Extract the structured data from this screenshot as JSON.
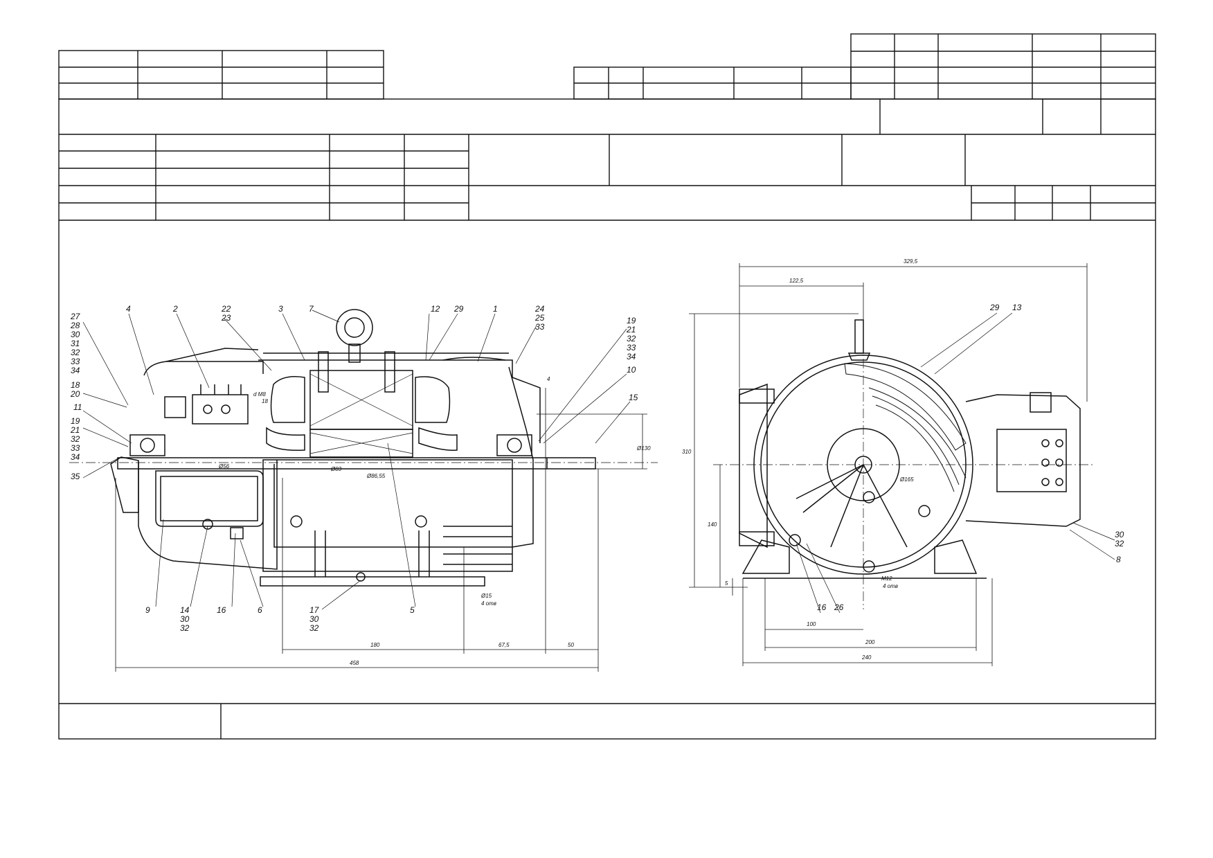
{
  "side_view": {
    "callouts": [
      {
        "text": "27"
      },
      {
        "text": "28"
      },
      {
        "text": "30"
      },
      {
        "text": "31"
      },
      {
        "text": "32"
      },
      {
        "text": "33"
      },
      {
        "text": "34"
      },
      {
        "text": "4"
      },
      {
        "text": "2"
      },
      {
        "text": "22"
      },
      {
        "text": "23"
      },
      {
        "text": "3"
      },
      {
        "text": "7"
      },
      {
        "text": "12"
      },
      {
        "text": "29"
      },
      {
        "text": "1"
      },
      {
        "text": "24"
      },
      {
        "text": "25"
      },
      {
        "text": "33"
      },
      {
        "text": "19"
      },
      {
        "text": "21"
      },
      {
        "text": "32"
      },
      {
        "text": "33"
      },
      {
        "text": "34"
      },
      {
        "text": "10"
      },
      {
        "text": "15"
      },
      {
        "text": "18"
      },
      {
        "text": "20"
      },
      {
        "text": "11"
      },
      {
        "text": "19"
      },
      {
        "text": "21"
      },
      {
        "text": "32"
      },
      {
        "text": "33"
      },
      {
        "text": "34"
      },
      {
        "text": "35"
      },
      {
        "text": "9"
      },
      {
        "text": "14"
      },
      {
        "text": "30"
      },
      {
        "text": "32"
      },
      {
        "text": "16"
      },
      {
        "text": "6"
      },
      {
        "text": "17"
      },
      {
        "text": "30"
      },
      {
        "text": "32"
      },
      {
        "text": "5"
      }
    ],
    "dimensions": [
      "180",
      "67,5",
      "50",
      "458",
      "4",
      "Ø130",
      "Ø15",
      "4 отв",
      "Ø56",
      "Ø83",
      "Ø86,55",
      "d M8",
      "18"
    ]
  },
  "end_view": {
    "callouts": [
      {
        "text": "29"
      },
      {
        "text": "13"
      },
      {
        "text": "30"
      },
      {
        "text": "32"
      },
      {
        "text": "8"
      },
      {
        "text": "16"
      },
      {
        "text": "26"
      }
    ],
    "dimensions": [
      "329,5",
      "122,5",
      "310",
      "140",
      "5",
      "Ø165",
      "M12",
      "4 отв",
      "100",
      "200",
      "240"
    ]
  }
}
